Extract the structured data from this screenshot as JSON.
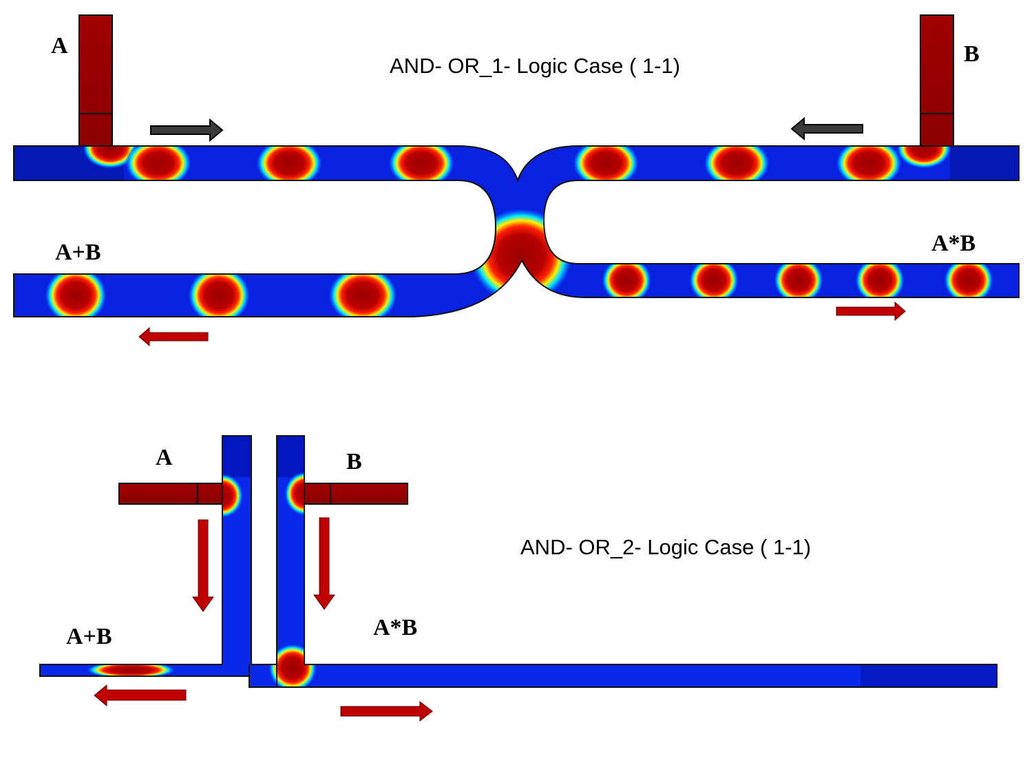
{
  "diagram1": {
    "title": "AND- OR_1- Logic Case ( 1-1)",
    "input_a": "A",
    "input_b": "B",
    "output_or": "A+B",
    "output_and": "A*B"
  },
  "diagram2": {
    "title": "AND- OR_2- Logic Case ( 1-1)",
    "input_a": "A",
    "input_b": "B",
    "output_or": "A+B",
    "output_and": "A*B"
  },
  "colors": {
    "waveguide": "#0a1fd8",
    "pulse": "#b00000",
    "arrow_red": "#c00000",
    "arrow_grey": "#3a3a3a"
  }
}
